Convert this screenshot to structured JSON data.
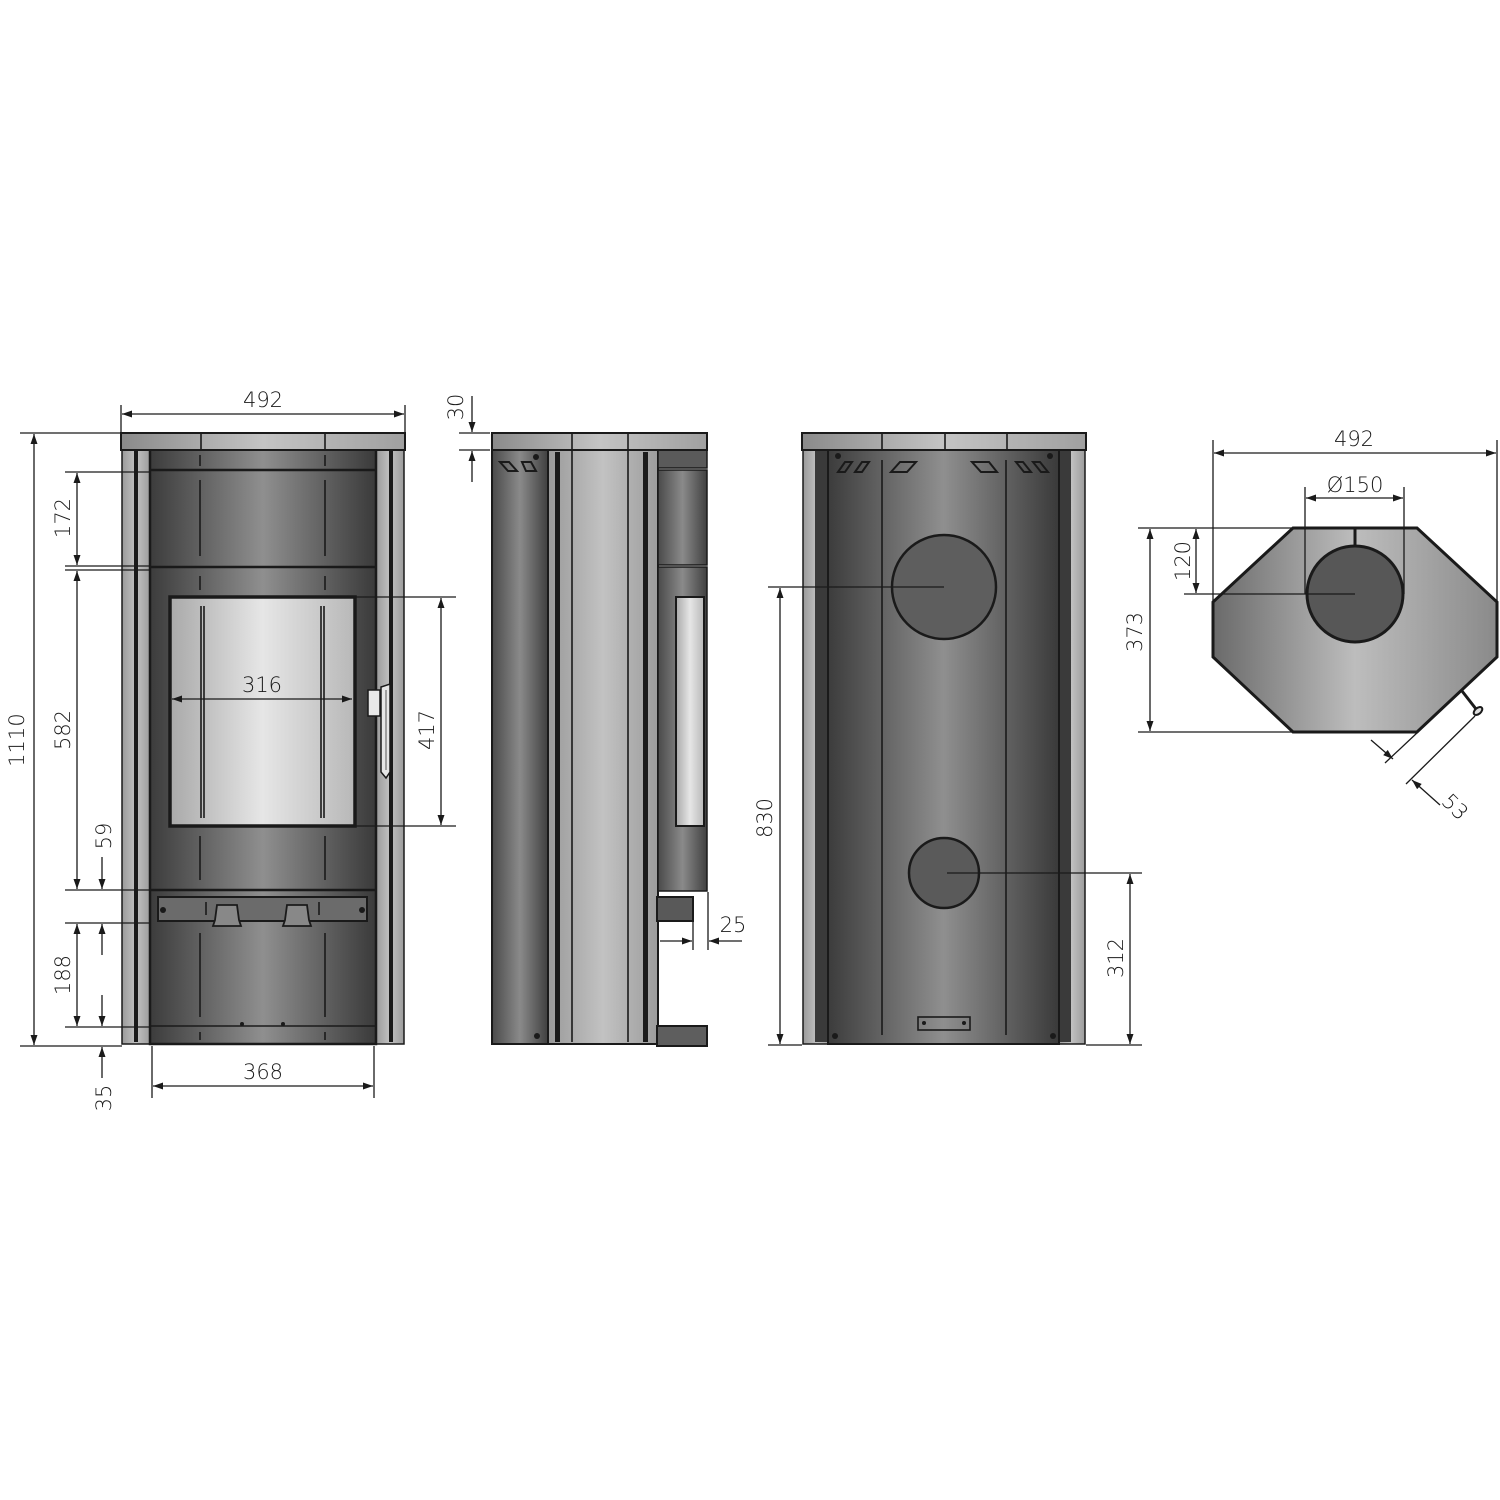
{
  "drawing": {
    "subject": "Wood stove dimension drawing (mm)",
    "views": {
      "front": {
        "width_total": "492",
        "height_total": "1110",
        "top_section": "172",
        "door_bottom_height": "582",
        "window_width": "316",
        "door_height": "417",
        "ash_drawer": "59",
        "lower_section": "188",
        "base_gap": "35",
        "base_width": "368"
      },
      "side": {
        "top_plate": "30",
        "front_offset": "25"
      },
      "back": {
        "rear_outlet_height": "830",
        "air_inlet_height": "312"
      },
      "top": {
        "width_total": "492",
        "flue_diameter": "Ø150",
        "flue_offset": "120",
        "depth_total": "373",
        "handle_offset": "53"
      }
    },
    "colors": {
      "body_dark": "#3a3a3a",
      "body_light": "#8e8e8e",
      "glass": "#dcdcdc",
      "stone": "#b4b4b4",
      "line": "#1a1a1a"
    }
  }
}
